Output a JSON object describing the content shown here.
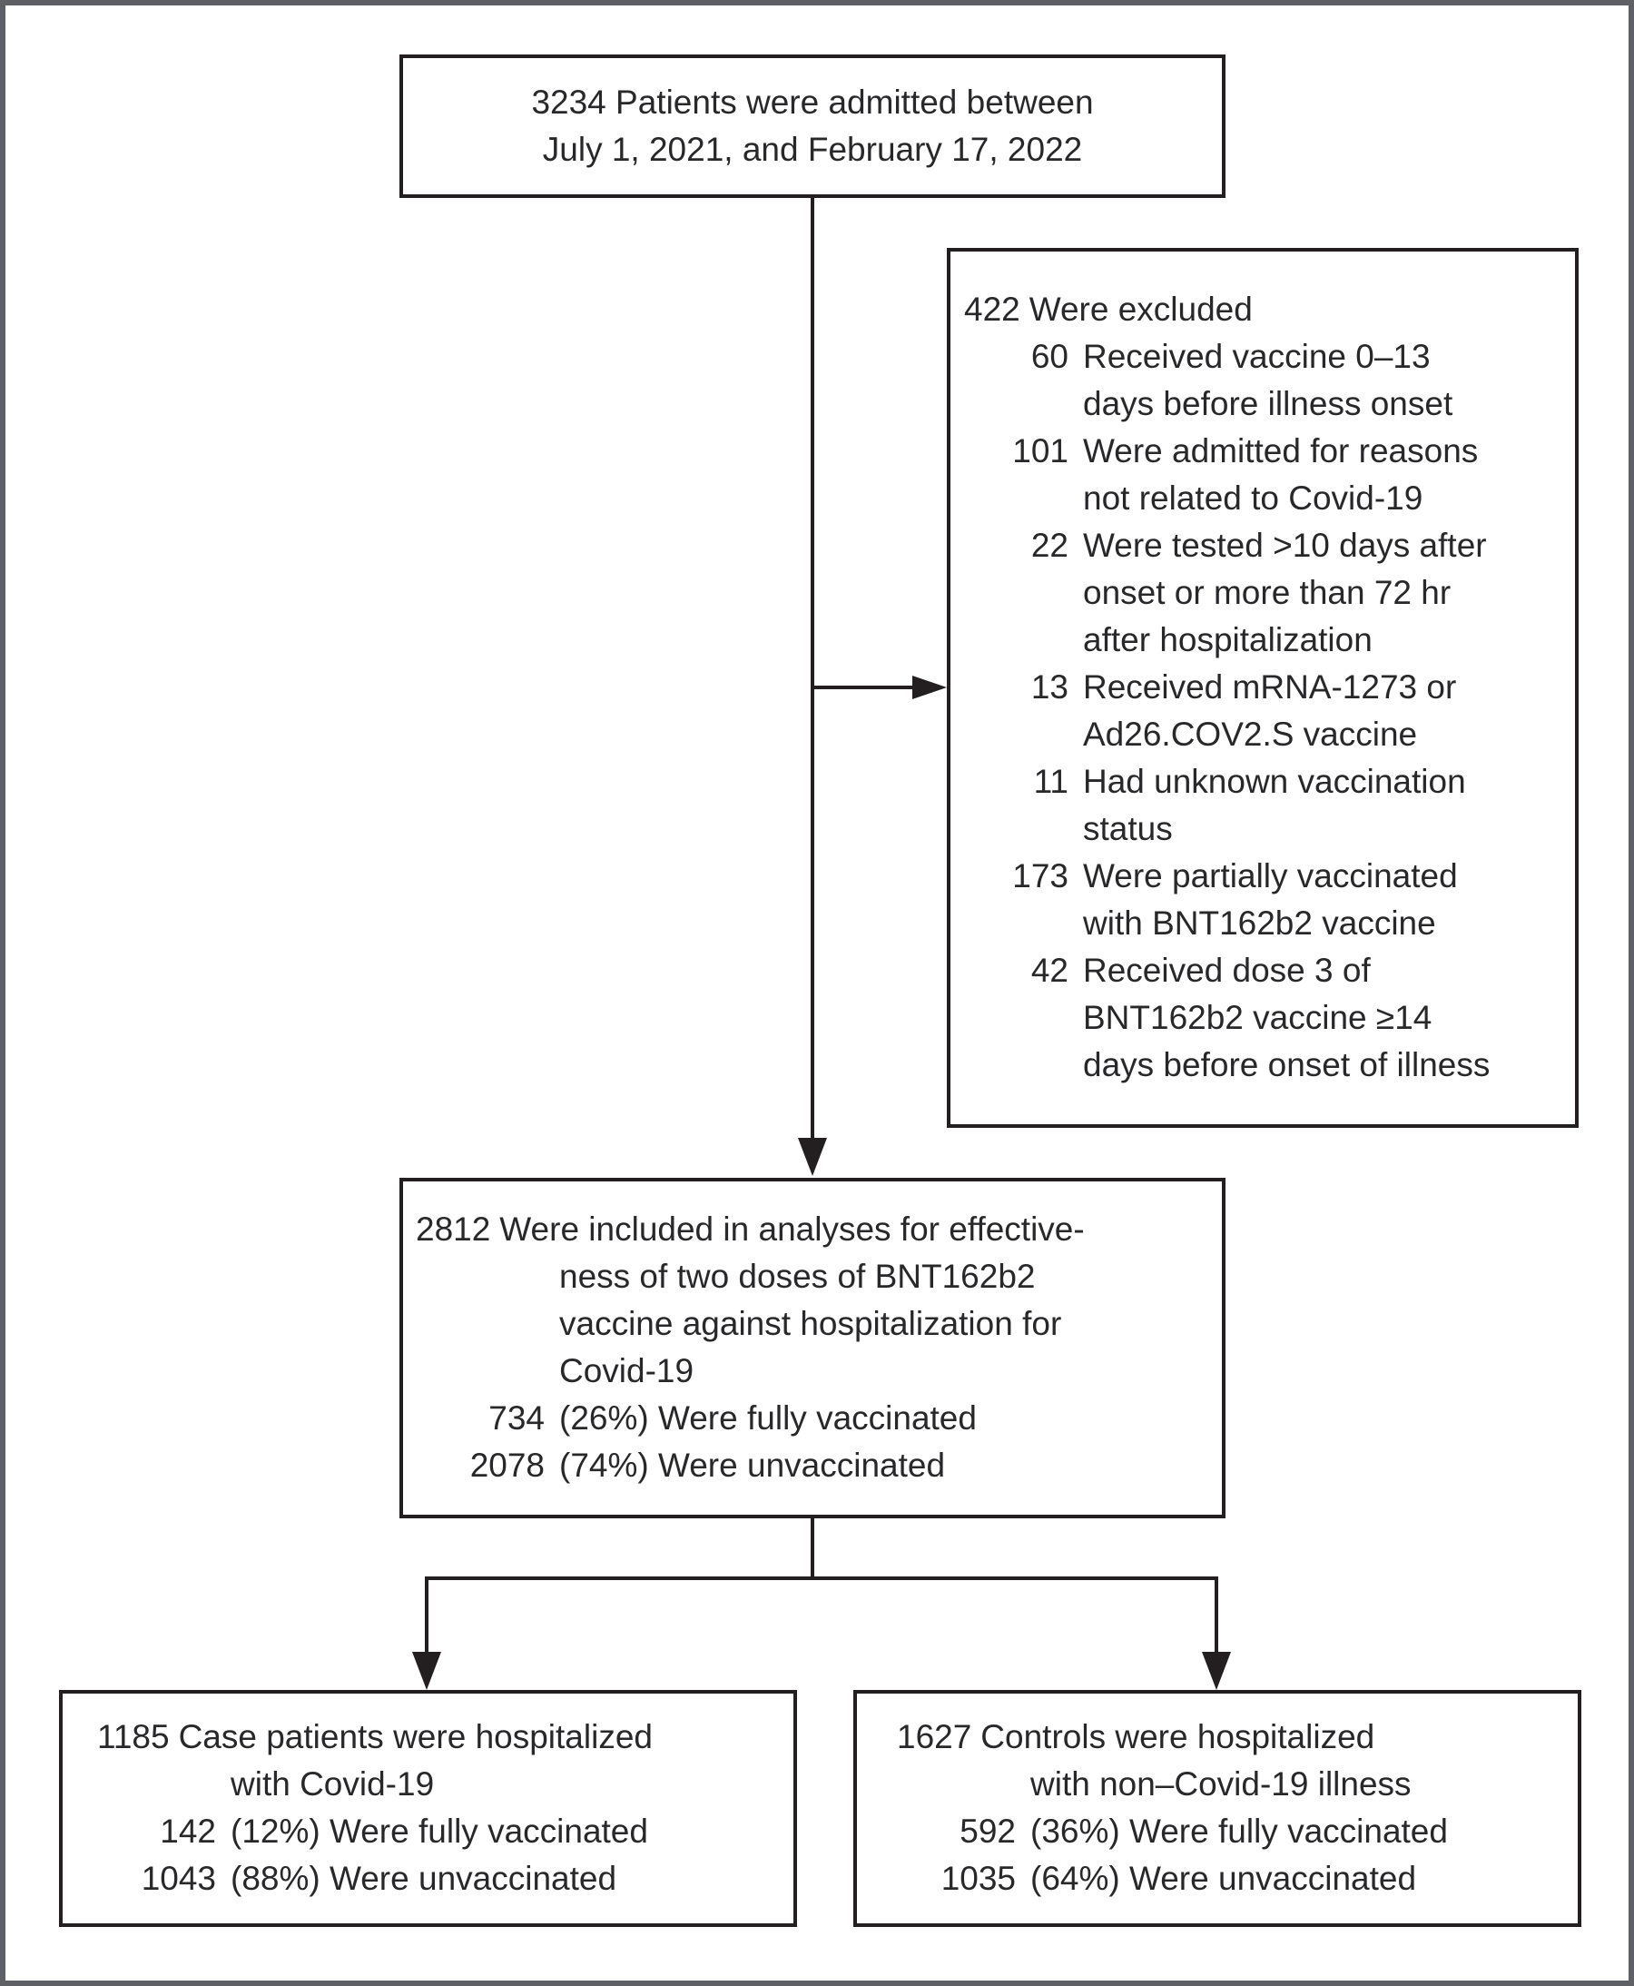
{
  "palette": {
    "line_color": "#231f20",
    "text_color": "#28282b",
    "frame_color": "#5e6065",
    "background": "#ffffff"
  },
  "admitted_box": {
    "line1": "3234 Patients were admitted between",
    "line2": "July 1, 2021, and February 17, 2022"
  },
  "exclusion_box": {
    "header": {
      "num": "422",
      "text": "Were excluded"
    },
    "items": [
      {
        "num": "60",
        "lines": [
          "Received vaccine 0–13",
          "days before illness onset"
        ]
      },
      {
        "num": "101",
        "lines": [
          "Were admitted for reasons",
          "not related to Covid-19"
        ]
      },
      {
        "num": "22",
        "lines": [
          "Were tested >10 days after",
          "onset or more than 72 hr",
          "after hospitalization"
        ]
      },
      {
        "num": "13",
        "lines": [
          "Received mRNA-1273 or",
          "Ad26.COV2.S vaccine"
        ]
      },
      {
        "num": "11",
        "lines": [
          "Had unknown vaccination",
          "status"
        ]
      },
      {
        "num": "173",
        "lines": [
          "Were partially vaccinated",
          "with BNT162b2 vaccine"
        ]
      },
      {
        "num": "42",
        "lines": [
          "Received dose 3 of",
          "BNT162b2 vaccine ≥14",
          "days before onset of illness"
        ]
      }
    ]
  },
  "included_box": {
    "header": {
      "num": "2812",
      "lines": [
        "Were included in analyses for effective-",
        "ness of two doses of BNT162b2",
        "vaccine against hospitalization for",
        "Covid-19"
      ]
    },
    "items": [
      {
        "num": "734",
        "text": "(26%) Were fully vaccinated"
      },
      {
        "num": "2078",
        "text": "(74%) Were unvaccinated"
      }
    ]
  },
  "case_box": {
    "header": {
      "num": "1185",
      "lines": [
        "Case patients were hospitalized",
        "with Covid-19"
      ]
    },
    "items": [
      {
        "num": "142",
        "text": "(12%) Were fully vaccinated"
      },
      {
        "num": "1043",
        "text": "(88%) Were unvaccinated"
      }
    ]
  },
  "control_box": {
    "header": {
      "num": "1627",
      "lines": [
        "Controls were hospitalized",
        "with non–Covid-19 illness"
      ]
    },
    "items": [
      {
        "num": "592",
        "text": "(36%) Were fully vaccinated"
      },
      {
        "num": "1035",
        "text": "(64%) Were unvaccinated"
      }
    ]
  }
}
